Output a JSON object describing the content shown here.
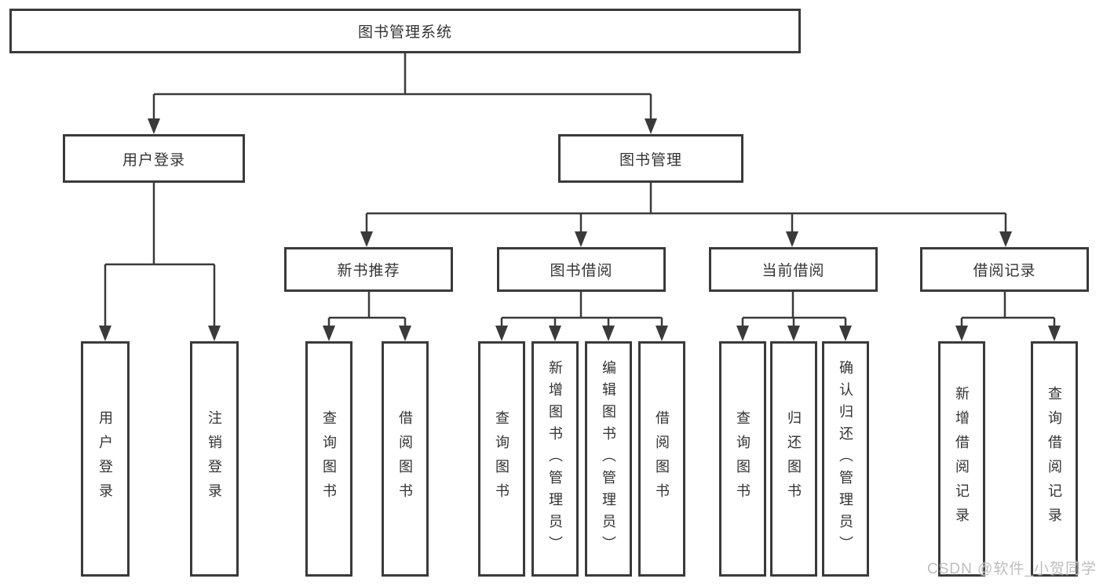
{
  "tree": {
    "label": "图书管理系统",
    "children": [
      {
        "label": "用户登录",
        "children": [
          {
            "label": "用户登录"
          },
          {
            "label": "注销登录"
          }
        ]
      },
      {
        "label": "图书管理",
        "children": [
          {
            "label": "新书推荐",
            "children": [
              {
                "label": "查询图书"
              },
              {
                "label": "借阅图书"
              }
            ]
          },
          {
            "label": "图书借阅",
            "children": [
              {
                "label": "查询图书"
              },
              {
                "label": "新增图书（管理员）"
              },
              {
                "label": "编辑图书（管理员）"
              },
              {
                "label": "借阅图书"
              }
            ]
          },
          {
            "label": "当前借阅",
            "children": [
              {
                "label": "查询图书"
              },
              {
                "label": "归还图书"
              },
              {
                "label": "确认归还（管理员）"
              }
            ]
          },
          {
            "label": "借阅记录",
            "children": [
              {
                "label": "新增借阅记录"
              },
              {
                "label": "查询借阅记录"
              }
            ]
          }
        ]
      }
    ]
  },
  "watermark": "CSDN @软件_小贺同学",
  "colors": {
    "line": "#3a3a3a",
    "box_border": "#3a3a3a",
    "text": "#333333",
    "watermark": "#bbbbbb",
    "background": "#ffffff"
  }
}
